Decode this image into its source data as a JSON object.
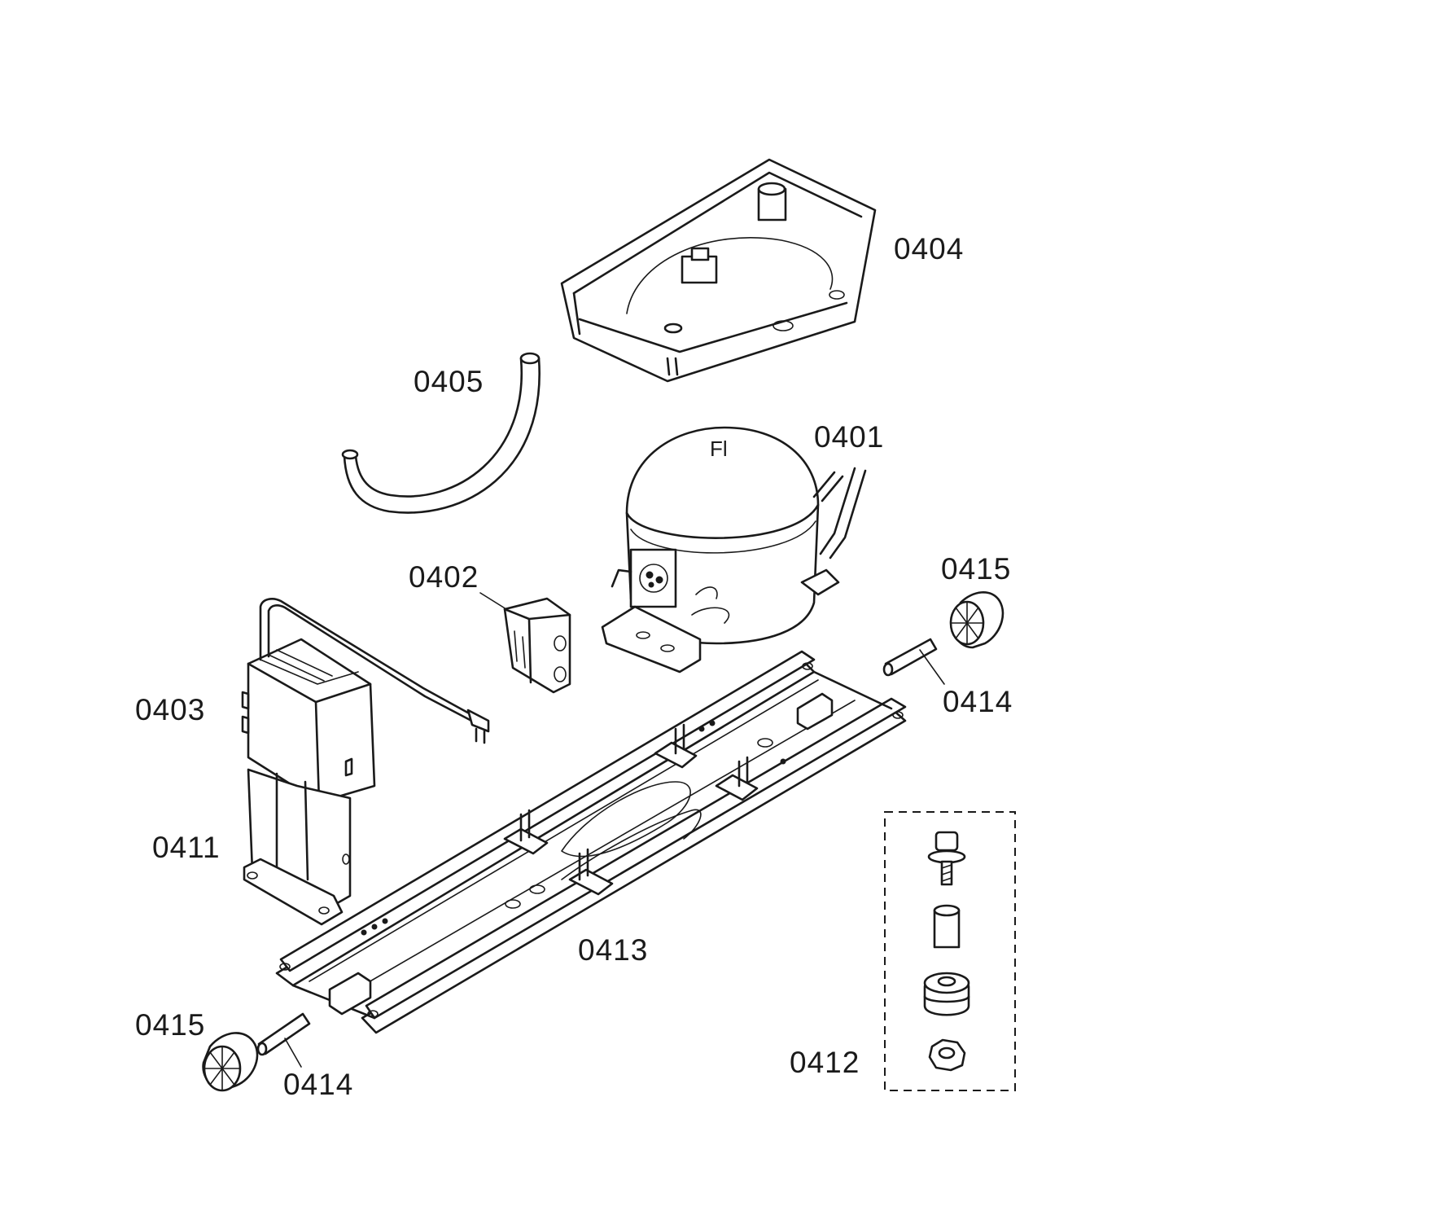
{
  "diagram": {
    "labels": {
      "p0401": "0401",
      "p0402": "0402",
      "p0403": "0403",
      "p0404": "0404",
      "p0405": "0405",
      "p0411": "0411",
      "p0412": "0412",
      "p0413": "0413",
      "p0414_right": "0414",
      "p0414_left": "0414",
      "p0415_right": "0415",
      "p0415_left": "0415"
    }
  }
}
